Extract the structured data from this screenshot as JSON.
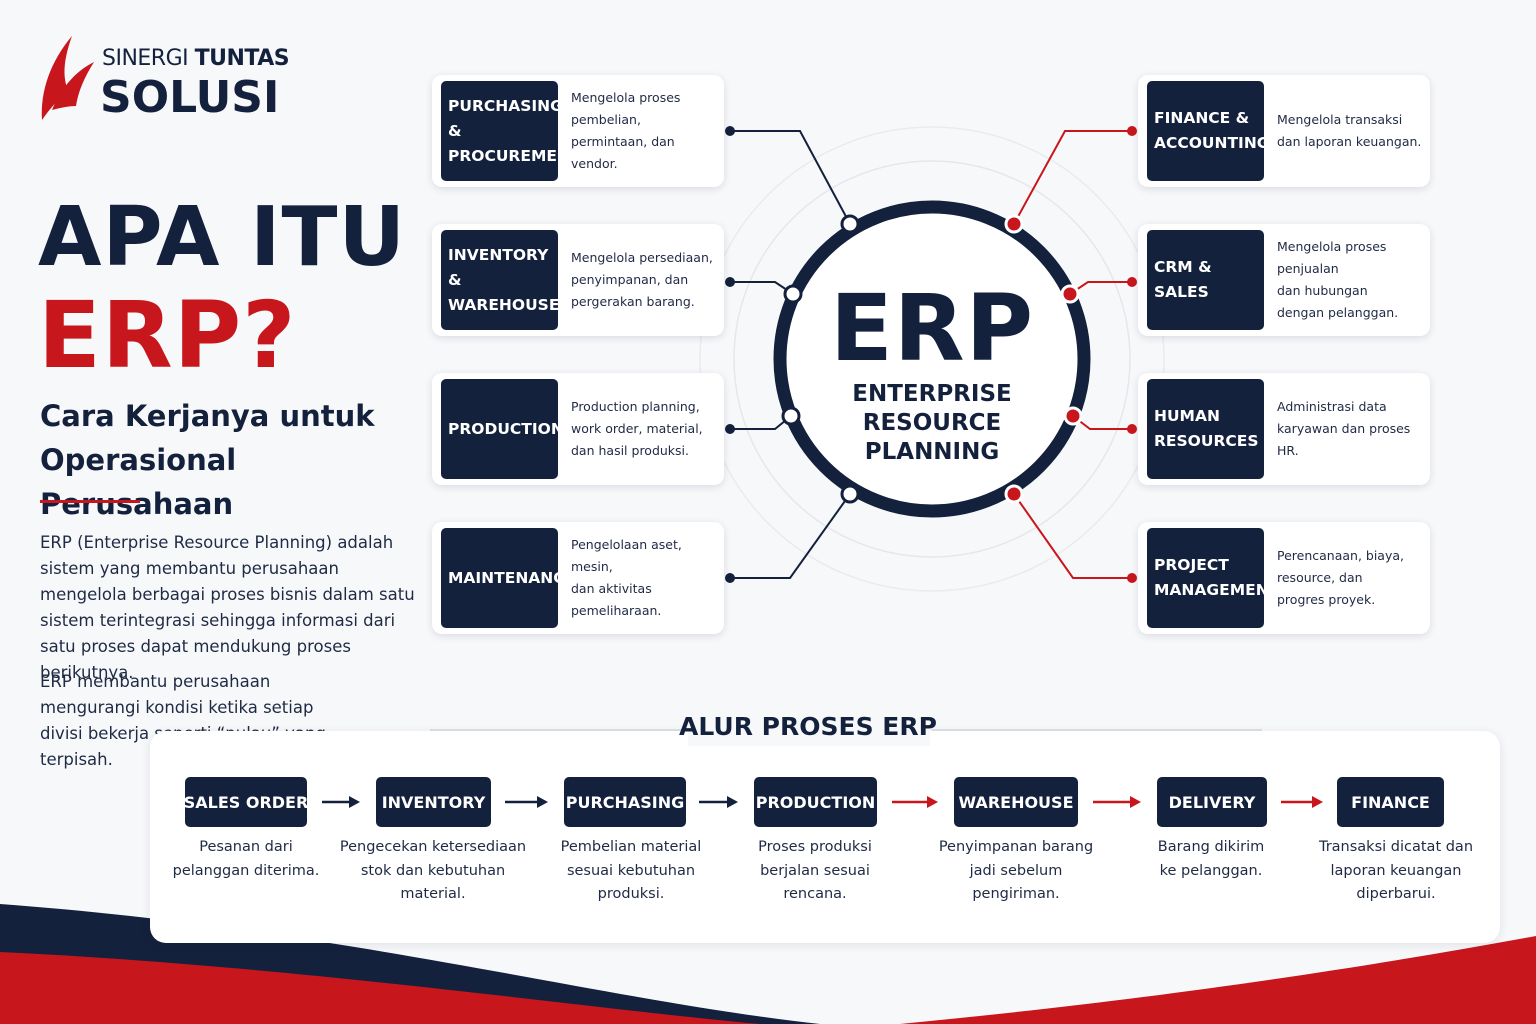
{
  "colors": {
    "navy": "#14213d",
    "red": "#c8161d",
    "background": "#f7f8fa"
  },
  "logo": {
    "icon": "swoosh-logo-icon",
    "line1_regular": "SINERGI ",
    "line1_bold": "TUNTAS",
    "line2": "SOLUSI"
  },
  "heading": {
    "title_line1": "APA ITU",
    "title_line2": "ERP?",
    "subtitle": "Cara Kerjanya untuk Operasional Perusahaan"
  },
  "intro": {
    "paragraph1": "ERP (Enterprise Resource Planning) adalah sistem yang membantu perusahaan mengelola berbagai proses bisnis dalam satu sistem terintegrasi sehingga informasi dari satu proses dapat mendukung proses berikutnya.",
    "paragraph2": "ERP membantu perusahaan mengurangi kondisi ketika setiap divisi bekerja seperti “pulau” yang terpisah."
  },
  "hub": {
    "title": "ERP",
    "subtitle": "ENTERPRISE\nRESOURCE\nPLANNING"
  },
  "modules_left": [
    {
      "name": "PURCHASING &\nPROCUREMENT",
      "description": "Mengelola proses pembelian,\npermintaan, dan vendor."
    },
    {
      "name": "INVENTORY &\nWAREHOUSE",
      "description": "Mengelola persediaan,\npenyimpanan, dan\npergerakan barang."
    },
    {
      "name": "PRODUCTION",
      "description": "Production planning,\nwork order, material,\ndan hasil produksi."
    },
    {
      "name": "MAINTENANCE",
      "description": "Pengelolaan aset, mesin,\ndan aktivitas\npemeliharaan."
    }
  ],
  "modules_right": [
    {
      "name": "FINANCE &\nACCOUNTING",
      "description": "Mengelola transaksi\ndan laporan keuangan."
    },
    {
      "name": "CRM & SALES",
      "description": "Mengelola proses penjualan\ndan hubungan\ndengan pelanggan."
    },
    {
      "name": "HUMAN\nRESOURCES",
      "description": "Administrasi data\nkaryawan dan proses HR."
    },
    {
      "name": "PROJECT\nMANAGEMENT",
      "description": "Perencanaan, biaya,\nresource, dan\nprogres proyek."
    }
  ],
  "process_flow": {
    "title": "ALUR PROSES ERP",
    "steps": [
      {
        "name": "SALES ORDER",
        "description": "Pesanan dari\npelanggan diterima."
      },
      {
        "name": "INVENTORY",
        "description": "Pengecekan ketersediaan\nstok dan kebutuhan\nmaterial."
      },
      {
        "name": "PURCHASING",
        "description": "Pembelian material\nsesuai kebutuhan\nproduksi."
      },
      {
        "name": "PRODUCTION",
        "description": "Proses produksi\nberjalan sesuai\nrencana."
      },
      {
        "name": "WAREHOUSE",
        "description": "Penyimpanan barang\njadi sebelum\npengiriman."
      },
      {
        "name": "DELIVERY",
        "description": "Barang dikirim\nke pelanggan."
      },
      {
        "name": "FINANCE",
        "description": "Transaksi dicatat dan\nlaporan keuangan\ndiperbarui."
      }
    ],
    "arrow_colors": [
      "navy",
      "navy",
      "navy",
      "red",
      "red",
      "red"
    ]
  }
}
